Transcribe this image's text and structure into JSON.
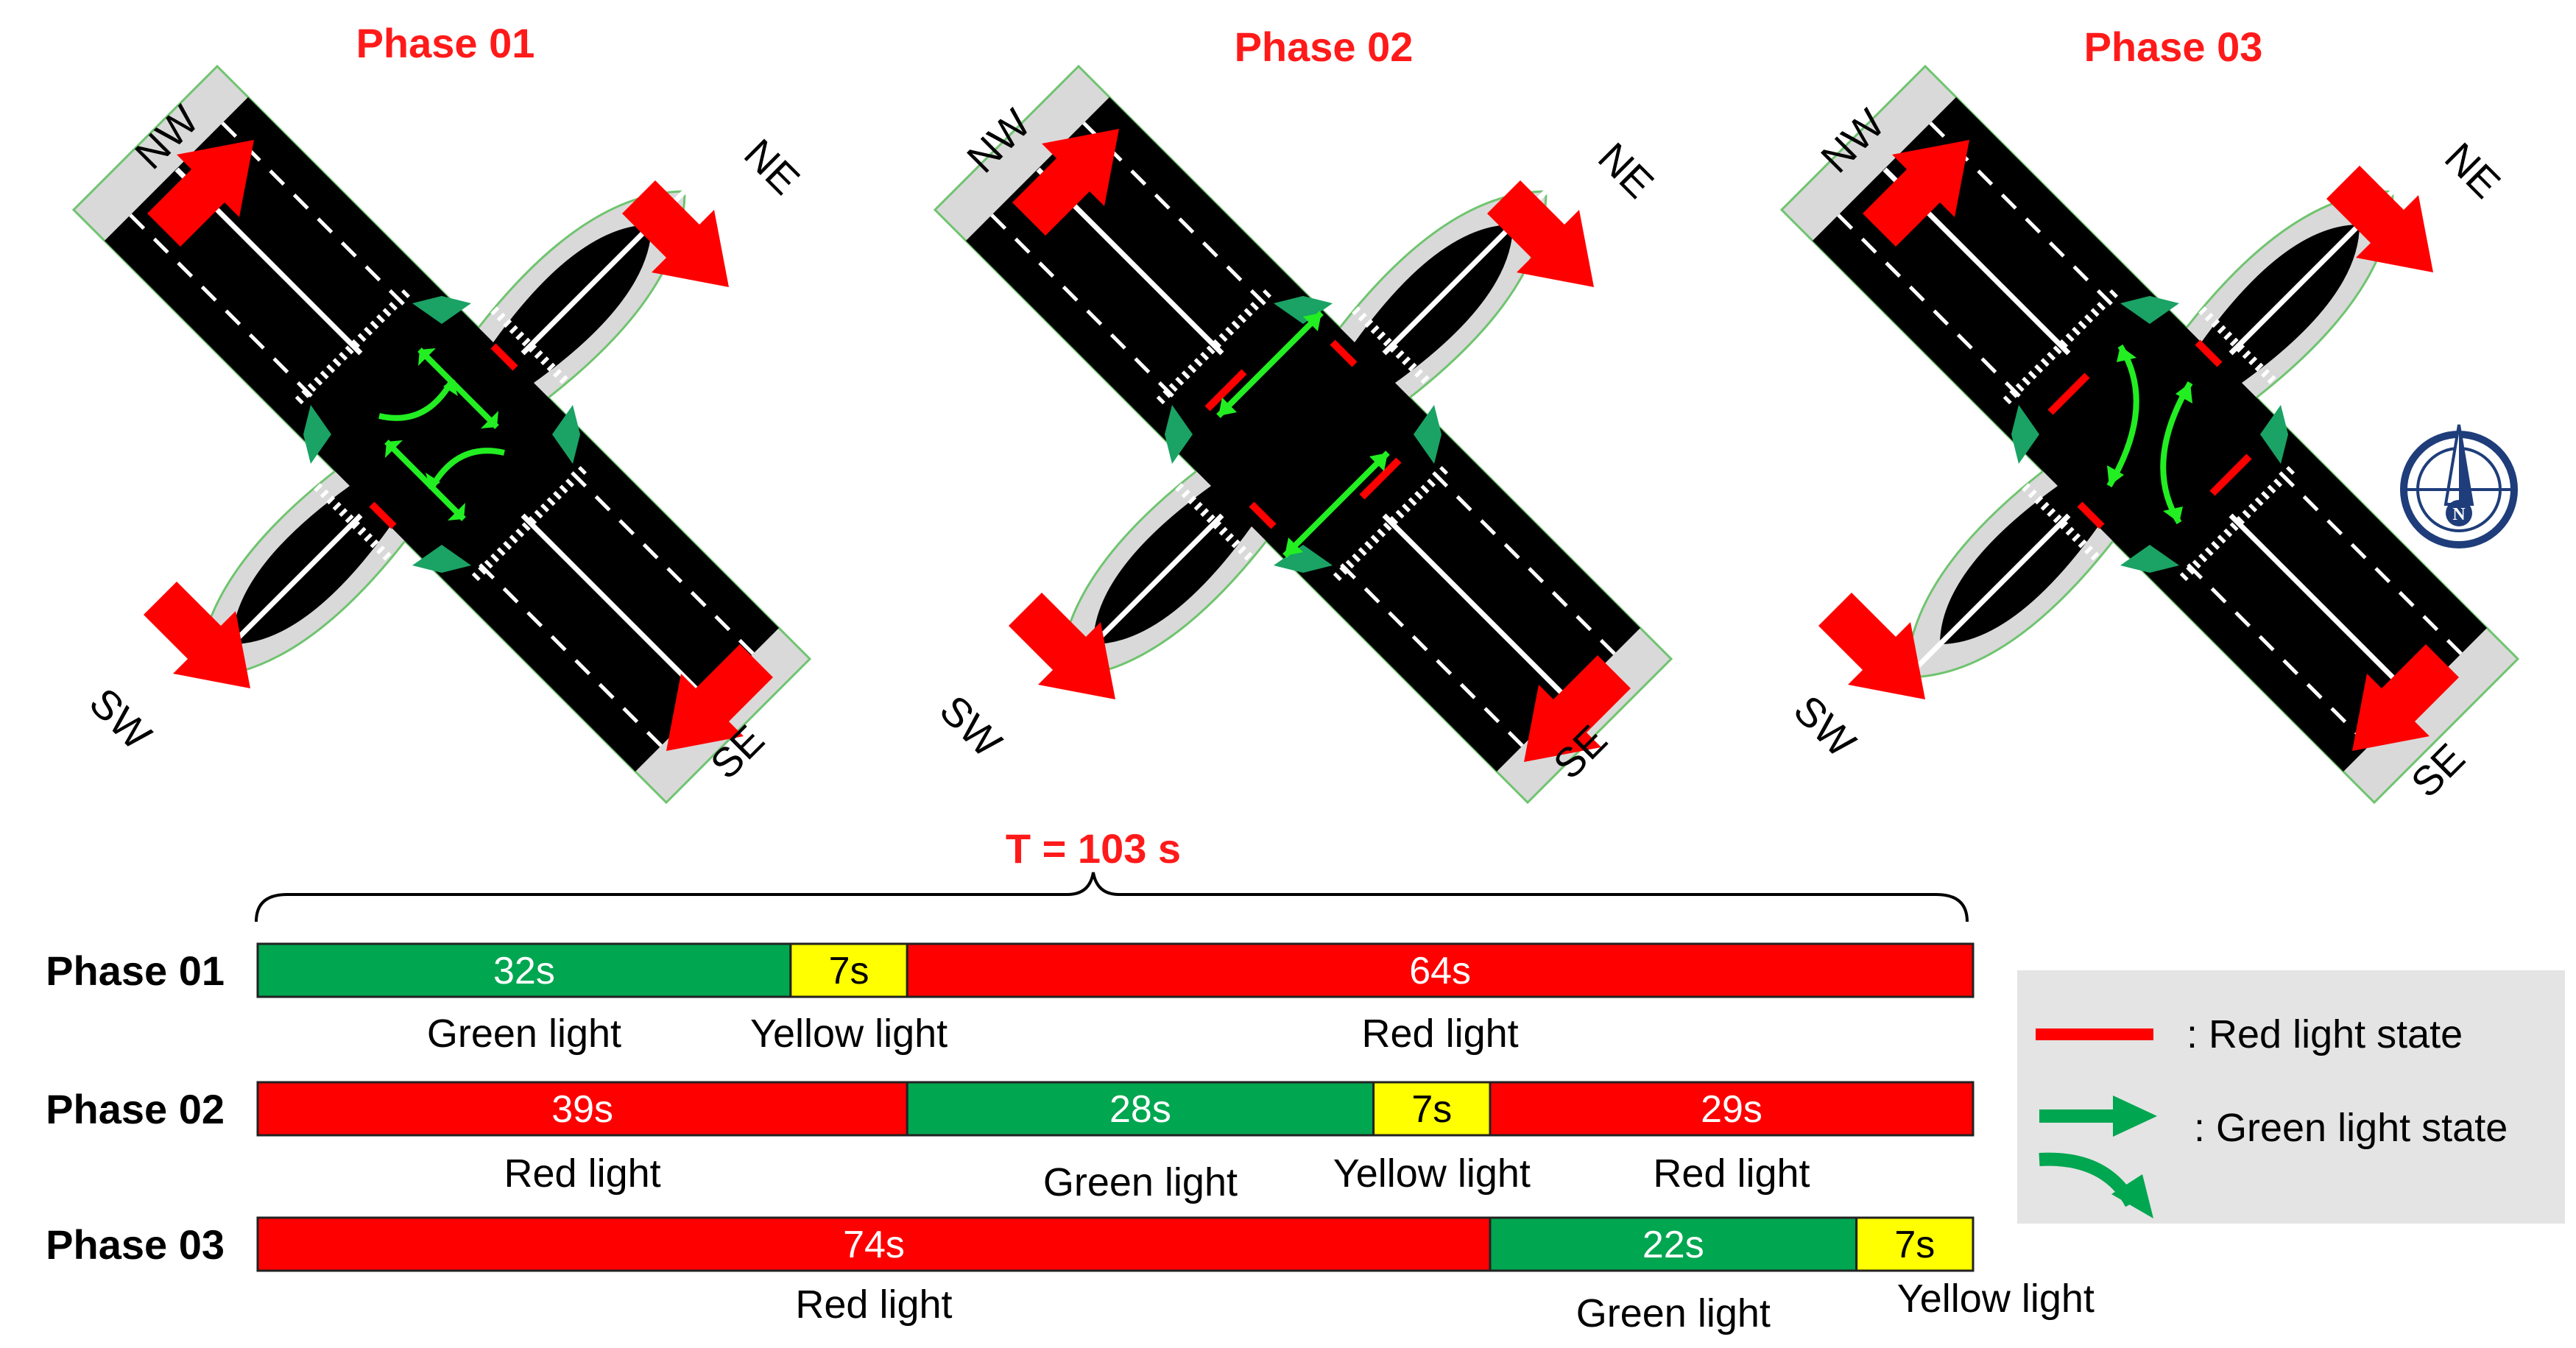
{
  "phase_titles": [
    "Phase 01",
    "Phase 02",
    "Phase 03"
  ],
  "directions": {
    "nw": "NW",
    "ne": "NE",
    "sw": "SW",
    "se": "SE"
  },
  "cycle_label": "T = 103 s",
  "timeline": {
    "total": 103,
    "rows": [
      {
        "label": "Phase 01",
        "segments": [
          {
            "state": "green",
            "duration": 32,
            "value": "32s",
            "caption": "Green light"
          },
          {
            "state": "yellow",
            "duration": 7,
            "value": "7s",
            "caption": "Yellow light"
          },
          {
            "state": "red",
            "duration": 64,
            "value": "64s",
            "caption": "Red light"
          }
        ]
      },
      {
        "label": "Phase 02",
        "segments": [
          {
            "state": "red",
            "duration": 39,
            "value": "39s",
            "caption": "Red light"
          },
          {
            "state": "green",
            "duration": 28,
            "value": "28s",
            "caption": "Green light"
          },
          {
            "state": "yellow",
            "duration": 7,
            "value": "7s",
            "caption": "Yellow light"
          },
          {
            "state": "red",
            "duration": 29,
            "value": "29s",
            "caption": "Red light"
          }
        ]
      },
      {
        "label": "Phase 03",
        "segments": [
          {
            "state": "red",
            "duration": 74,
            "value": "74s",
            "caption": "Red light"
          },
          {
            "state": "green",
            "duration": 22,
            "value": "22s",
            "caption": "Green light"
          },
          {
            "state": "yellow",
            "duration": 7,
            "value": "7s",
            "caption": "Yellow light"
          }
        ]
      }
    ]
  },
  "legend": {
    "red": ": Red light state",
    "green": ": Green  light state"
  },
  "compass_letter": "N",
  "colors": {
    "red": "#ff0000",
    "green": "#00a650",
    "yellow": "#ffff00",
    "title_red": "#ff1a1a",
    "arrow_green": "#22ee22",
    "road": "#000000",
    "sidewalk": "#d9d9d9",
    "legend_bg": "#e4e4e4",
    "island": "#1aa364",
    "compass": "#1f3d7a"
  }
}
